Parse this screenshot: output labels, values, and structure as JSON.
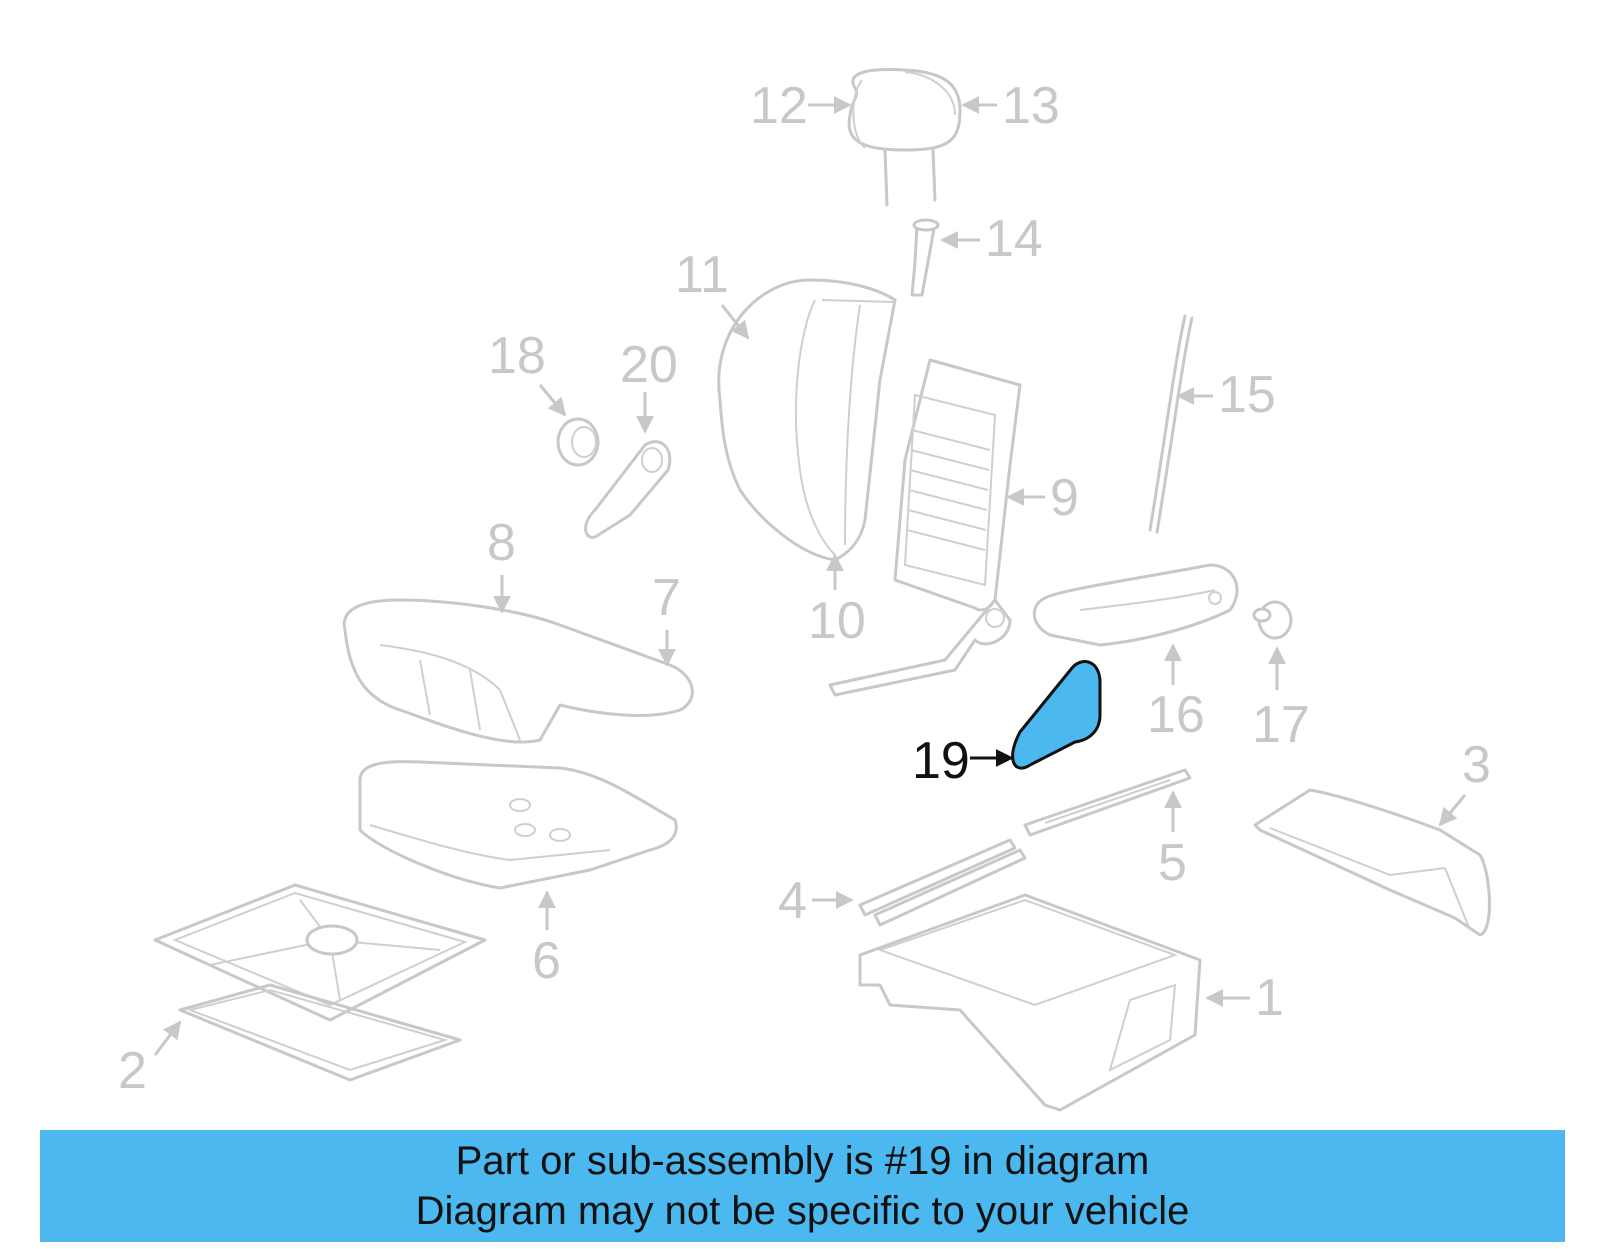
{
  "diagram": {
    "highlight_part": "19",
    "highlight_color": "#4bb8ef",
    "callouts": [
      "1",
      "2",
      "3",
      "4",
      "5",
      "6",
      "7",
      "8",
      "9",
      "10",
      "11",
      "12",
      "13",
      "14",
      "15",
      "16",
      "17",
      "18",
      "19",
      "20"
    ]
  },
  "banner": {
    "line1": "Part or sub-assembly is #19 in diagram",
    "line2": "Diagram may not be specific to your vehicle",
    "color": "#4bb8ef"
  }
}
